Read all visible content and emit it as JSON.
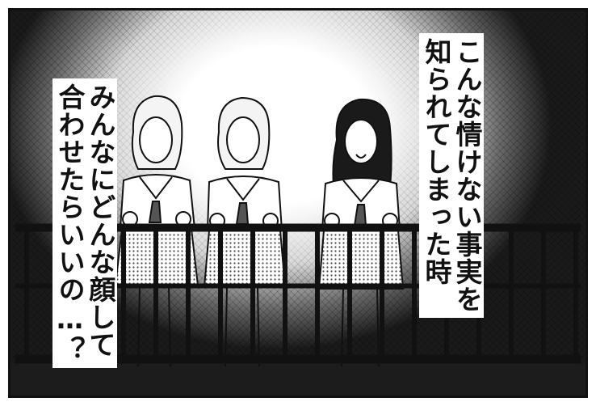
{
  "panel": {
    "dialogue_right": {
      "lines": [
        "こんな情けない事実を",
        "知られてしまった時"
      ]
    },
    "dialogue_left": {
      "lines": [
        "みんなにどんな顔して",
        "合わせたらいいの…？"
      ]
    }
  },
  "figures": [
    {
      "name": "girl-left",
      "hair": "short light"
    },
    {
      "name": "girl-middle",
      "hair": "short light"
    },
    {
      "name": "girl-right",
      "hair": "long dark"
    }
  ]
}
